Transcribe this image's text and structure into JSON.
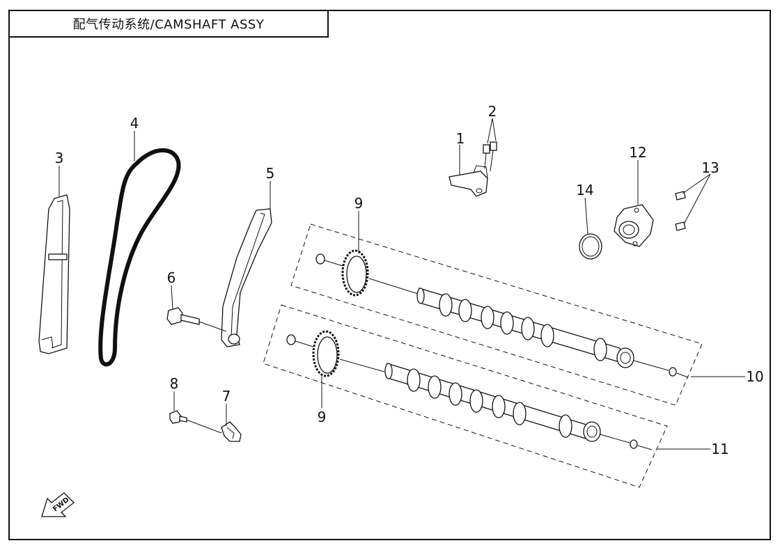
{
  "title": "配气传动系统/CAMSHAFT ASSY",
  "fwd_label": "FWD",
  "callouts": [
    "1",
    "2",
    "3",
    "4",
    "5",
    "6",
    "7",
    "8",
    "9",
    "9",
    "10",
    "11",
    "12",
    "13",
    "14"
  ]
}
